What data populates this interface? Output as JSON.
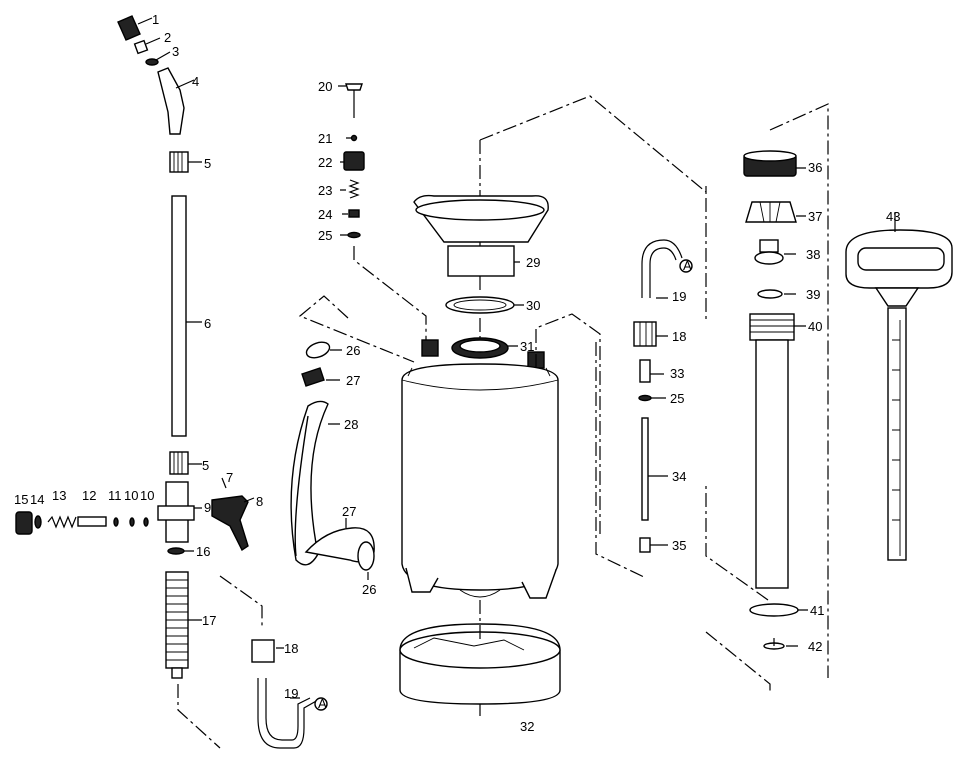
{
  "callouts": {
    "c1": "1",
    "c2": "2",
    "c3": "3",
    "c4": "4",
    "c5a": "5",
    "c5b": "5",
    "c6": "6",
    "c7": "7",
    "c8": "8",
    "c9": "9",
    "c10a": "10",
    "c10b": "10",
    "c11": "11",
    "c12": "12",
    "c13": "13",
    "c14": "14",
    "c15": "15",
    "c16": "16",
    "c17": "17",
    "c18a": "18",
    "c18b": "18",
    "c19a": "19",
    "c19b": "19",
    "c20": "20",
    "c21": "21",
    "c22": "22",
    "c23": "23",
    "c24": "24",
    "c25a": "25",
    "c25b": "25",
    "c26a": "26",
    "c26b": "26",
    "c27a": "27",
    "c27b": "27",
    "c28": "28",
    "c29": "29",
    "c30": "30",
    "c31": "31",
    "c32": "32",
    "c33": "33",
    "c34": "34",
    "c35": "35",
    "c36": "36",
    "c37": "37",
    "c38": "38",
    "c39": "39",
    "c40": "40",
    "c41": "41",
    "c42": "42",
    "c43": "43"
  },
  "connector_marks": {
    "hose_end_top": "A",
    "hose_end_bottom": "A"
  }
}
